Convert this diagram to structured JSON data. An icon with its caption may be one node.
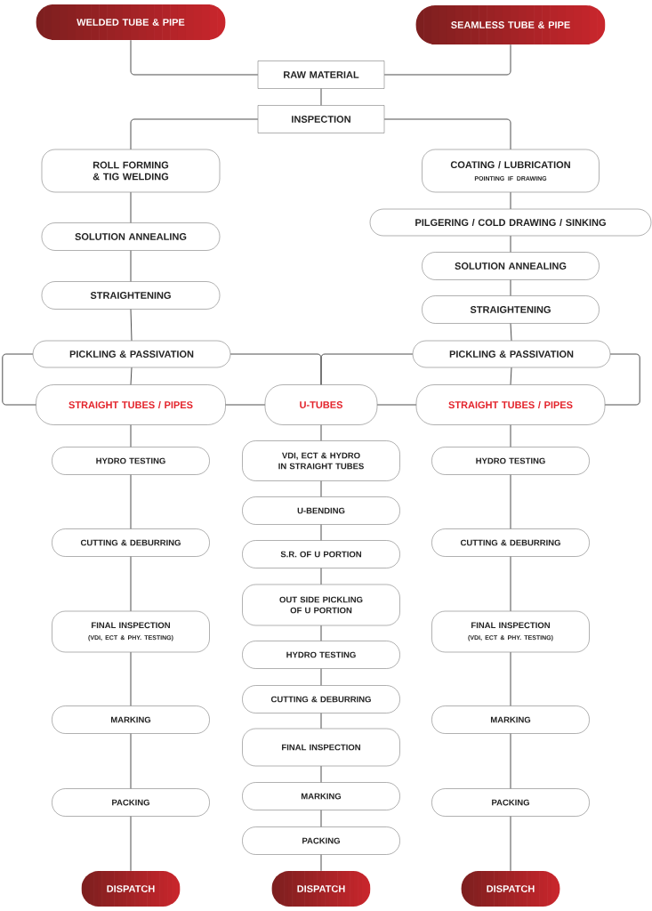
{
  "diagram": {
    "nodes": [
      {
        "text": [
          "WELDED TUBE & PIPE"
        ]
      },
      {
        "text": [
          "SEAMLESS TUBE & PIPE"
        ]
      },
      {
        "text": [
          "RAW MATERIAL"
        ]
      },
      {
        "text": [
          "INSPECTION"
        ]
      },
      {
        "text": [
          "ROLL FORMING & TIG WELDING"
        ]
      },
      {
        "text": [
          "COATING / LUBRICATION",
          "POINTING IF DRAWING"
        ]
      },
      {
        "text": [
          "SOLUTION ANNEALING"
        ]
      },
      {
        "text": [
          "PILGERING / COLD DRAWING / SINKING"
        ]
      },
      {
        "text": [
          "SOLUTION ANNEALING"
        ]
      },
      {
        "text": [
          "STRAIGHTENING"
        ]
      },
      {
        "text": [
          "STRAIGHTENING"
        ]
      },
      {
        "text": [
          "PICKLING & PASSIVATION"
        ]
      },
      {
        "text": [
          "PICKLING & PASSIVATION"
        ]
      },
      {
        "text": [
          "STRAIGHT TUBES / PIPES"
        ]
      },
      {
        "text": [
          "U-TUBES"
        ]
      },
      {
        "text": [
          "STRAIGHT TUBES / PIPES"
        ]
      },
      {
        "text": [
          "HYDRO TESTING"
        ]
      },
      {
        "text": [
          "CUTTING & DEBURRING"
        ]
      },
      {
        "text": [
          "FINAL INSPECTION",
          "(VDI, ECT & PHY. TESTING)"
        ]
      },
      {
        "text": [
          "MARKING"
        ]
      },
      {
        "text": [
          "PACKING"
        ]
      },
      {
        "text": [
          "DISPATCH"
        ]
      },
      {
        "text": [
          "VDI, ECT & HYDRO IN STRAIGHT TUBES"
        ]
      },
      {
        "text": [
          "U-BENDING"
        ]
      },
      {
        "text": [
          "S.R. OF U PORTION"
        ]
      },
      {
        "text": [
          "OUT SIDE PICKLING OF U PORTION"
        ]
      },
      {
        "text": [
          "HYDRO TESTING"
        ]
      },
      {
        "text": [
          "CUTTING & DEBURRING"
        ]
      },
      {
        "text": [
          "FINAL INSPECTION"
        ]
      },
      {
        "text": [
          "MARKING"
        ]
      },
      {
        "text": [
          "PACKING"
        ]
      },
      {
        "text": [
          "DISPATCH"
        ]
      },
      {
        "text": [
          "HYDRO TESTING"
        ]
      },
      {
        "text": [
          "CUTTING & DEBURRING"
        ]
      },
      {
        "text": [
          "FINAL INSPECTION",
          "(VDI, ECT & PHY. TESTING)"
        ]
      },
      {
        "text": [
          "MARKING"
        ]
      },
      {
        "text": [
          "PACKING"
        ]
      },
      {
        "text": [
          "DISPATCH"
        ]
      }
    ],
    "edges": [
      {
        "from": 0,
        "to": 2,
        "arrow": "none"
      },
      {
        "from": 1,
        "to": 2,
        "arrow": "none"
      },
      {
        "from": 2,
        "to": 3,
        "arrow": "none"
      },
      {
        "from": 3,
        "to": 4,
        "arrow": "none"
      },
      {
        "from": 3,
        "to": 5,
        "arrow": "none"
      },
      {
        "from": 4,
        "to": 6,
        "arrow": "none"
      },
      {
        "from": 6,
        "to": 9,
        "arrow": "none"
      },
      {
        "from": 9,
        "to": 11,
        "arrow": "none"
      },
      {
        "from": 5,
        "to": 7,
        "arrow": "none"
      },
      {
        "from": 7,
        "to": 8,
        "arrow": "none"
      },
      {
        "from": 8,
        "to": 10,
        "arrow": "none"
      },
      {
        "from": 10,
        "to": 12,
        "arrow": "none"
      },
      {
        "from": 11,
        "to": 13,
        "arrow": "none"
      },
      {
        "from": 11,
        "to": 13,
        "arrow": "none"
      },
      {
        "from": 11,
        "to": 14,
        "arrow": "none"
      },
      {
        "from": 12,
        "to": 14,
        "arrow": "none"
      },
      {
        "from": 12,
        "to": 15,
        "arrow": "none"
      },
      {
        "from": 12,
        "to": 15,
        "arrow": "none"
      },
      {
        "from": 13,
        "to": 14,
        "arrow": "none"
      },
      {
        "from": 14,
        "to": 15,
        "arrow": "none"
      },
      {
        "from": 13,
        "to": 16,
        "arrow": "none"
      },
      {
        "from": 16,
        "to": 17,
        "arrow": "none"
      },
      {
        "from": 17,
        "to": 18,
        "arrow": "none"
      },
      {
        "from": 18,
        "to": 19,
        "arrow": "none"
      },
      {
        "from": 19,
        "to": 20,
        "arrow": "none"
      },
      {
        "from": 20,
        "to": 21,
        "arrow": "none"
      },
      {
        "from": 14,
        "to": 22,
        "arrow": "none"
      },
      {
        "from": 22,
        "to": 23,
        "arrow": "none"
      },
      {
        "from": 23,
        "to": 24,
        "arrow": "none"
      },
      {
        "from": 24,
        "to": 25,
        "arrow": "none"
      },
      {
        "from": 25,
        "to": 26,
        "arrow": "none"
      },
      {
        "from": 26,
        "to": 27,
        "arrow": "none"
      },
      {
        "from": 27,
        "to": 28,
        "arrow": "none"
      },
      {
        "from": 28,
        "to": 29,
        "arrow": "none"
      },
      {
        "from": 29,
        "to": 30,
        "arrow": "none"
      },
      {
        "from": 30,
        "to": 31,
        "arrow": "none"
      },
      {
        "from": 15,
        "to": 32,
        "arrow": "none"
      },
      {
        "from": 32,
        "to": 33,
        "arrow": "none"
      },
      {
        "from": 33,
        "to": 34,
        "arrow": "none"
      },
      {
        "from": 34,
        "to": 35,
        "arrow": "none"
      },
      {
        "from": 35,
        "to": 36,
        "arrow": "none"
      },
      {
        "from": 36,
        "to": 37,
        "arrow": "none"
      }
    ]
  }
}
